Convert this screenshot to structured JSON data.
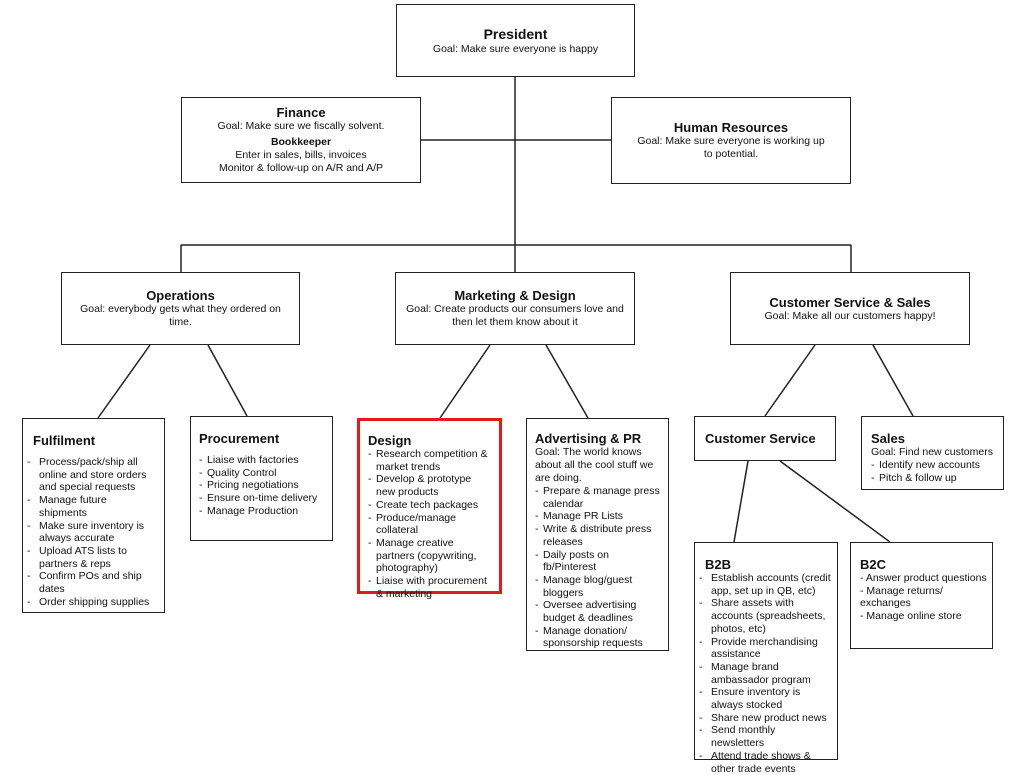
{
  "president": {
    "title": "President",
    "goal": "Goal: Make sure everyone is happy"
  },
  "finance": {
    "title": "Finance",
    "goal": "Goal: Make sure we fiscally solvent.",
    "sub_title": "Bookkeeper",
    "sub_lines": [
      "Enter in sales, bills, invoices",
      "Monitor & follow-up on A/R and A/P"
    ]
  },
  "hr": {
    "title": "Human Resources",
    "goal": "Goal: Make sure everyone is working up to potential."
  },
  "operations": {
    "title": "Operations",
    "goal": "Goal: everybody gets what they ordered on time."
  },
  "marketing": {
    "title": "Marketing & Design",
    "goal": "Goal: Create products our consumers love and then let them know about it"
  },
  "cs_sales": {
    "title": "Customer Service & Sales",
    "goal": "Goal: Make all our customers happy!"
  },
  "fulfilment": {
    "title": "Fulfilment",
    "items": [
      "Process/pack/ship all online and store orders and special requests",
      "Manage future shipments",
      "Make sure inventory is always accurate",
      "Upload ATS lists to partners & reps",
      "Confirm POs and ship dates",
      "Order shipping supplies"
    ]
  },
  "procurement": {
    "title": "Procurement",
    "items": [
      "Liaise with factories",
      "Quality Control",
      "Pricing negotiations",
      "Ensure on-time delivery",
      "Manage Production"
    ]
  },
  "design": {
    "title": "Design",
    "items": [
      "Research competition & market trends",
      "Develop & prototype new products",
      "Create tech packages",
      "Produce/manage collateral",
      "Manage creative partners (copywriting, photography)",
      "Liaise with procurement & marketing"
    ],
    "highlight_color": "#e01b1b"
  },
  "advertising": {
    "title": "Advertising & PR",
    "goal": "Goal: The world knows about all the cool stuff we are doing.",
    "items": [
      "Prepare & manage press calendar",
      "Manage PR Lists",
      "Write & distribute press releases",
      "Daily posts on fb/Pinterest",
      "Manage blog/guest bloggers",
      "Oversee advertising budget & deadlines",
      "Manage donation/ sponsorship requests"
    ]
  },
  "customer_service": {
    "title": "Customer Service"
  },
  "sales": {
    "title": "Sales",
    "goal": "Goal: Find new customers",
    "items": [
      "Identify new accounts",
      "Pitch & follow up"
    ]
  },
  "b2b": {
    "title": "B2B",
    "items": [
      "Establish accounts (credit app, set up in QB, etc)",
      "Share assets with accounts (spreadsheets, photos, etc)",
      "Provide merchandising assistance",
      "Manage brand ambassador program",
      "Ensure inventory is always stocked",
      "Share new product news",
      "Send monthly newsletters",
      "Attend trade shows & other trade events"
    ]
  },
  "b2c": {
    "title": "B2C",
    "items": [
      "Answer product questions",
      "Manage returns/ exchanges",
      "Manage online store"
    ]
  }
}
